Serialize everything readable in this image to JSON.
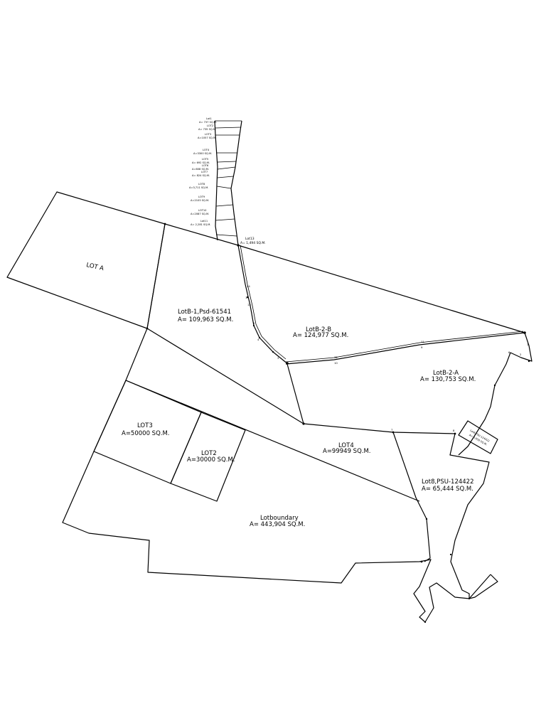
{
  "lots": {
    "lot_a": {
      "name": "LOT A"
    },
    "lot_b1": {
      "name": "LotB-1,Psd-61541",
      "area": "A=  109,963   SQ.M."
    },
    "lot_b2b": {
      "name": "LotB-2-B",
      "area": "A=  124,977   SQ.M."
    },
    "lot_b2a": {
      "name": "LotB-2-A",
      "area": "A=  130,753   SQ.M."
    },
    "lot3": {
      "name": "LOT3",
      "area": "A=50000  SQ.M."
    },
    "lot2": {
      "name": "LOT2",
      "area": "A=30000  SQ.M."
    },
    "lot4": {
      "name": "LOT4",
      "area": "A=99949  SQ.M."
    },
    "lot8": {
      "name": "Lot8,PSU-124422",
      "area": "A=  65,444   SQ.M."
    },
    "boundary": {
      "name": "Lotboundary",
      "area": "A=  443,904   SQ.M."
    },
    "lot13": {
      "name": "Lot13",
      "area": "A=  1,494   SQ.M."
    },
    "lot_psu_small": {
      "name": "Lot8,PSU-124422",
      "area": "A=  6,658   SQ.M."
    }
  },
  "strip_lots": [
    {
      "name": "Lot1",
      "area": "A=  737   SQ.M."
    },
    {
      "name": "LOT2",
      "area": "A=  735   SQ.M."
    },
    {
      "name": "LOT3",
      "area": "A=1057  SQ.M."
    },
    {
      "name": "LOT4",
      "area": "A=3300  SQ.M."
    },
    {
      "name": "LOT5",
      "area": "A=  692   SQ.M."
    },
    {
      "name": "LOT6",
      "area": "A=608  SQ.M."
    },
    {
      "name": "LOT7",
      "area": "A=  824   SQ.M."
    },
    {
      "name": "LOT8",
      "area": "A=3,711  SQ.M."
    },
    {
      "name": "LOT9",
      "area": "A=2105  SQ.M."
    },
    {
      "name": "LOT10",
      "area": "A=2087  SQ.M."
    },
    {
      "name": "Lot11",
      "area": "A=  2,281   SQ.M."
    }
  ],
  "stations": {
    "s1": "1",
    "s2": "2",
    "s3": "3",
    "s4": "4",
    "s5": "5",
    "s6": "6",
    "s7": "7",
    "s8": "8",
    "s9": "9",
    "s10": "10",
    "s11": "11",
    "s12": "12",
    "s13": "13",
    "s14": "14"
  }
}
